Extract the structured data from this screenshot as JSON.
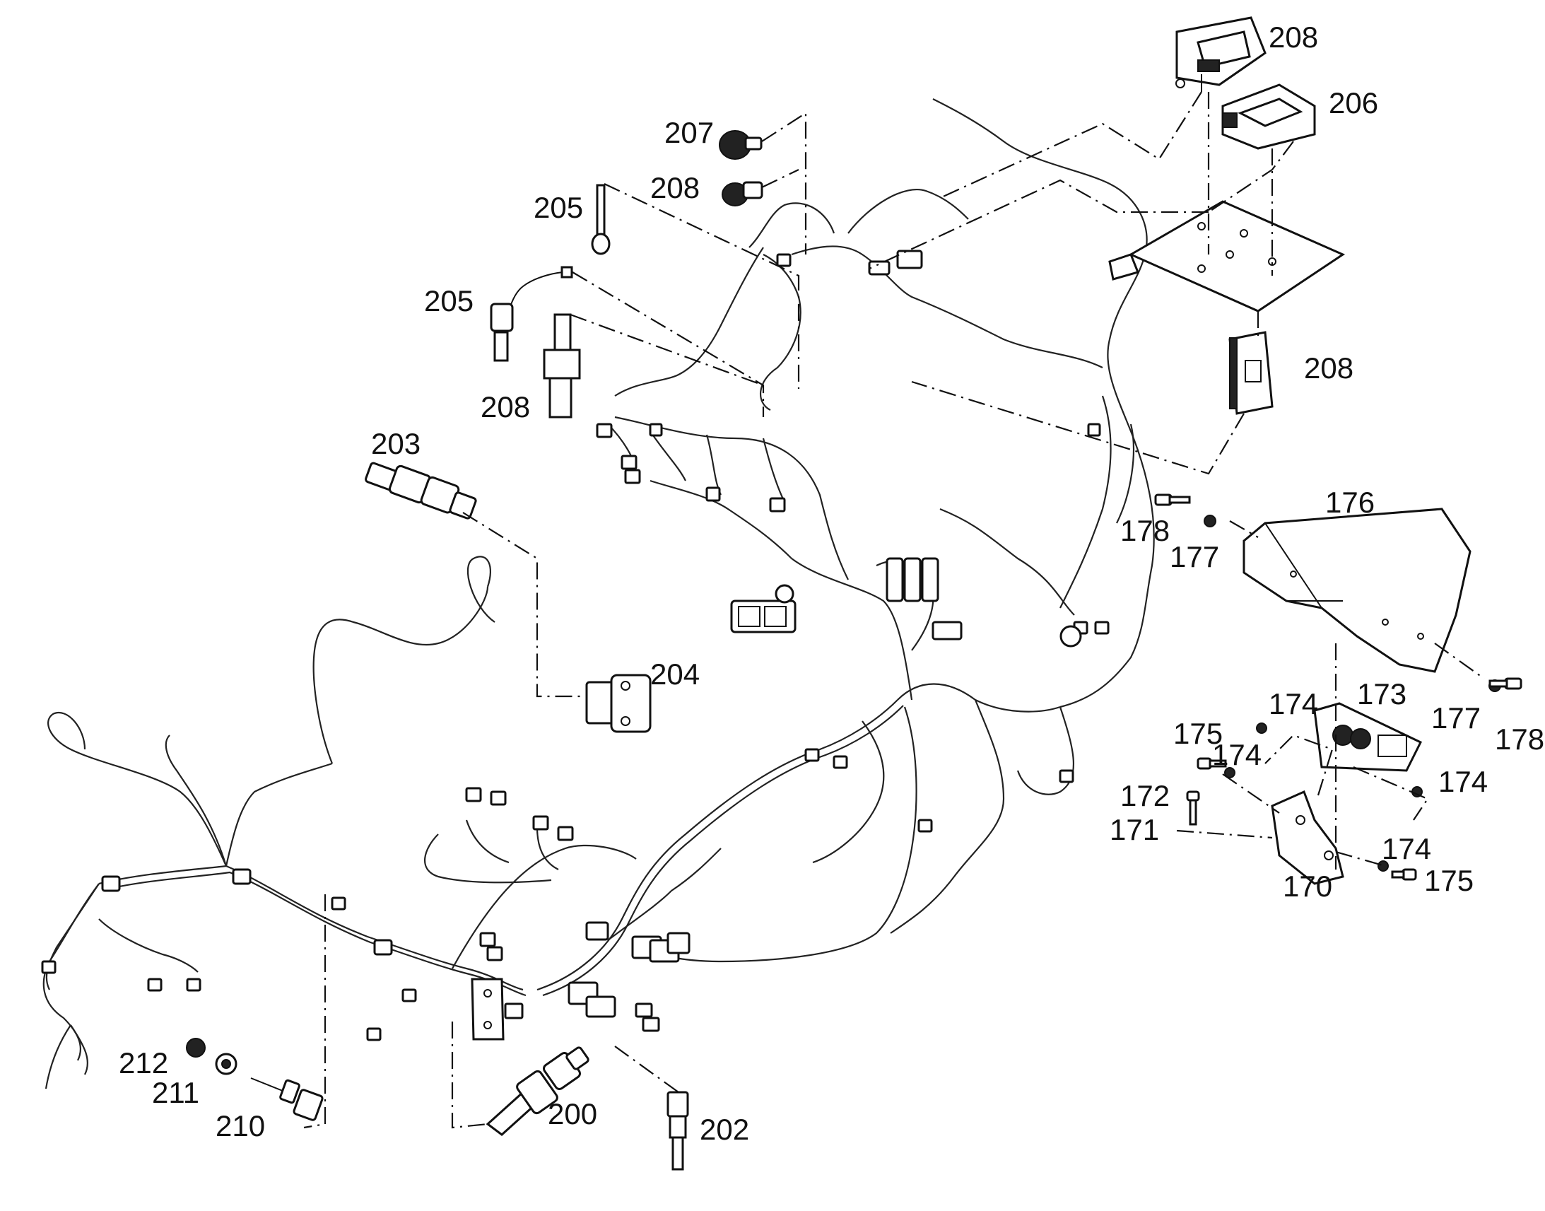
{
  "callouts": [
    {
      "id": "c208a",
      "text": "208"
    },
    {
      "id": "c206",
      "text": "206"
    },
    {
      "id": "c207",
      "text": "207"
    },
    {
      "id": "c208b",
      "text": "208"
    },
    {
      "id": "c205a",
      "text": "205"
    },
    {
      "id": "c205b",
      "text": "205"
    },
    {
      "id": "c208c",
      "text": "208"
    },
    {
      "id": "c208d",
      "text": "208"
    },
    {
      "id": "c203",
      "text": "203"
    },
    {
      "id": "c176",
      "text": "176"
    },
    {
      "id": "c178a",
      "text": "178"
    },
    {
      "id": "c177a",
      "text": "177"
    },
    {
      "id": "c204",
      "text": "204"
    },
    {
      "id": "c173",
      "text": "173"
    },
    {
      "id": "c174a",
      "text": "174"
    },
    {
      "id": "c175a",
      "text": "175"
    },
    {
      "id": "c174b",
      "text": "174"
    },
    {
      "id": "c177b",
      "text": "177"
    },
    {
      "id": "c178b",
      "text": "178"
    },
    {
      "id": "c174c",
      "text": "174"
    },
    {
      "id": "c172",
      "text": "172"
    },
    {
      "id": "c171",
      "text": "171"
    },
    {
      "id": "c174d",
      "text": "174"
    },
    {
      "id": "c170",
      "text": "170"
    },
    {
      "id": "c175b",
      "text": "175"
    },
    {
      "id": "c212",
      "text": "212"
    },
    {
      "id": "c211",
      "text": "211"
    },
    {
      "id": "c210",
      "text": "210"
    },
    {
      "id": "c200",
      "text": "200"
    },
    {
      "id": "c202",
      "text": "202"
    }
  ]
}
